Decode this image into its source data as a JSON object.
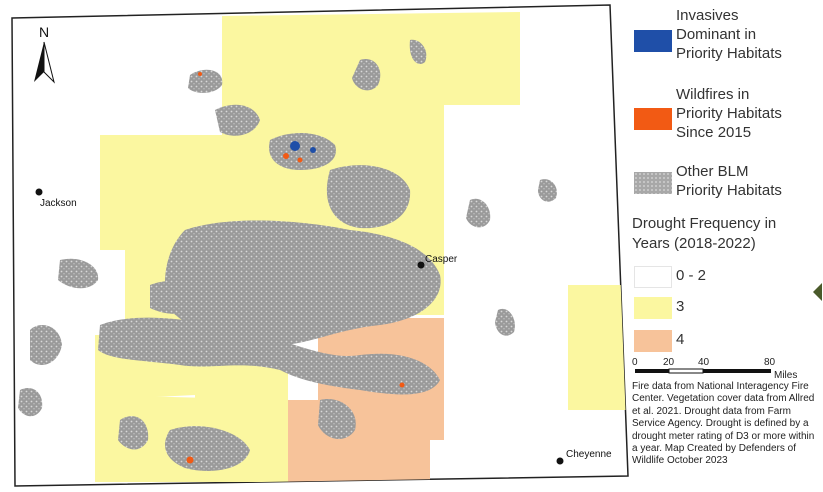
{
  "cities": [
    {
      "name": "Jackson"
    },
    {
      "name": "Casper"
    },
    {
      "name": "Cheyenne"
    }
  ],
  "north_label": "N",
  "legend": {
    "invasives": {
      "label": "Invasives\nDominant in\nPriority Habitats",
      "color": "#1f4fa8"
    },
    "wildfires": {
      "label": "Wildfires in\nPriority Habitats\nSince 2015",
      "color": "#f25a14"
    },
    "other_blm": {
      "label": "Other BLM\nPriority Habitats",
      "color": "#a8a8a8"
    },
    "drought_title": "Drought Frequency in\nYears (2018-2022)",
    "drought_classes": [
      {
        "label": "0 - 2",
        "color": "#ffffff"
      },
      {
        "label": "3",
        "color": "#fbf7a0"
      },
      {
        "label": "4",
        "color": "#f7c39a"
      }
    ]
  },
  "scale": {
    "ticks": [
      "0",
      "20",
      "40",
      "80"
    ],
    "unit": "Miles"
  },
  "credits": "Fire data from National Interagency Fire Center. Vegetation cover data from Allred et al. 2021. Drought data from Farm Service Agency. Drought is defined by a drought meter rating of D3 or more within a year. Map Created by Defenders of Wildlife October 2023"
}
